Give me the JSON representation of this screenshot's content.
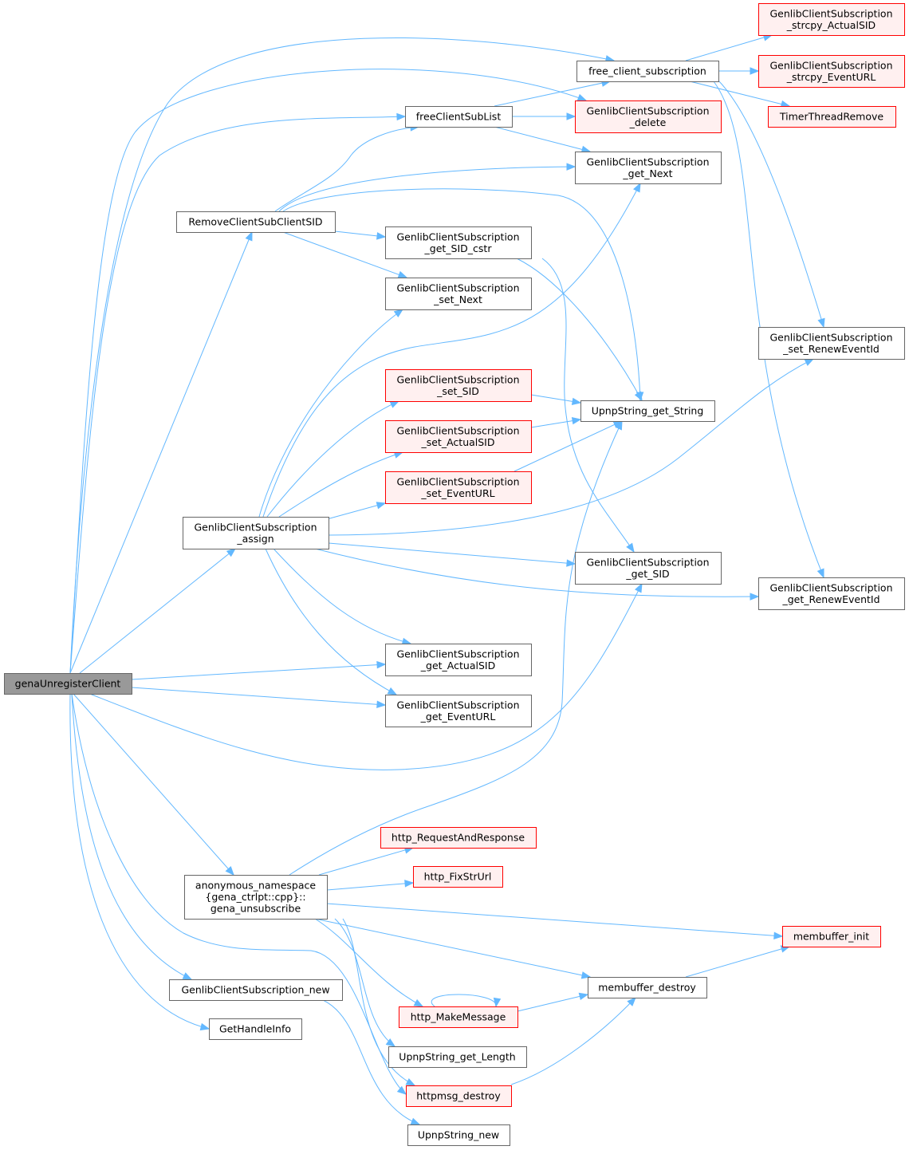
{
  "colors": {
    "edge": "#63b8ff",
    "root_fill": "#999999",
    "root_border": "#666666",
    "normal_fill": "#ffffff",
    "normal_border": "#666666",
    "red_fill": "#fff0f0",
    "red_border": "#ff0000"
  },
  "nodes": {
    "n_root": {
      "lines": [
        "genaUnregisterClient"
      ],
      "style": "root"
    },
    "n_fcs": {
      "lines": [
        "free_client_subscription"
      ],
      "style": "normal"
    },
    "n_cpy_sid": {
      "lines": [
        "GenlibClientSubscription",
        "_strcpy_ActualSID"
      ],
      "style": "red"
    },
    "n_cpy_url": {
      "lines": [
        "GenlibClientSubscription",
        "_strcpy_EventURL"
      ],
      "style": "red"
    },
    "n_timer": {
      "lines": [
        "TimerThreadRemove"
      ],
      "style": "red"
    },
    "n_fcsl": {
      "lines": [
        "freeClientSubList"
      ],
      "style": "normal"
    },
    "n_delete": {
      "lines": [
        "GenlibClientSubscription",
        "_delete"
      ],
      "style": "red"
    },
    "n_getnext": {
      "lines": [
        "GenlibClientSubscription",
        "_get_Next"
      ],
      "style": "normal"
    },
    "n_rcs": {
      "lines": [
        "RemoveClientSubClientSID"
      ],
      "style": "normal"
    },
    "n_sidcstr": {
      "lines": [
        "GenlibClientSubscription",
        "_get_SID_cstr"
      ],
      "style": "normal"
    },
    "n_setnext": {
      "lines": [
        "GenlibClientSubscription",
        "_set_Next"
      ],
      "style": "normal"
    },
    "n_setrenew": {
      "lines": [
        "GenlibClientSubscription",
        "_set_RenewEventId"
      ],
      "style": "normal"
    },
    "n_setsid": {
      "lines": [
        "GenlibClientSubscription",
        "_set_SID"
      ],
      "style": "red"
    },
    "n_upstr": {
      "lines": [
        "UpnpString_get_String"
      ],
      "style": "normal"
    },
    "n_setactual": {
      "lines": [
        "GenlibClientSubscription",
        "_set_ActualSID"
      ],
      "style": "red"
    },
    "n_seturl": {
      "lines": [
        "GenlibClientSubscription",
        "_set_EventURL"
      ],
      "style": "red"
    },
    "n_assign": {
      "lines": [
        "GenlibClientSubscription",
        "_assign"
      ],
      "style": "normal"
    },
    "n_getsid": {
      "lines": [
        "GenlibClientSubscription",
        "_get_SID"
      ],
      "style": "normal"
    },
    "n_getrenew": {
      "lines": [
        "GenlibClientSubscription",
        "_get_RenewEventId"
      ],
      "style": "normal"
    },
    "n_getactual": {
      "lines": [
        "GenlibClientSubscription",
        "_get_ActualSID"
      ],
      "style": "normal"
    },
    "n_geturl": {
      "lines": [
        "GenlibClientSubscription",
        "_get_EventURL"
      ],
      "style": "normal"
    },
    "n_httpreq": {
      "lines": [
        "http_RequestAndResponse"
      ],
      "style": "red"
    },
    "n_unsub": {
      "lines": [
        "anonymous_namespace",
        "{gena_ctrlpt::cpp}::",
        "gena_unsubscribe"
      ],
      "style": "normal"
    },
    "n_fixurl": {
      "lines": [
        "http_FixStrUrl"
      ],
      "style": "red"
    },
    "n_mbinit": {
      "lines": [
        "membuffer_init"
      ],
      "style": "red"
    },
    "n_new": {
      "lines": [
        "GenlibClientSubscription_new"
      ],
      "style": "normal"
    },
    "n_mbdestroy": {
      "lines": [
        "membuffer_destroy"
      ],
      "style": "normal"
    },
    "n_makemsg": {
      "lines": [
        "http_MakeMessage"
      ],
      "style": "red"
    },
    "n_handle": {
      "lines": [
        "GetHandleInfo"
      ],
      "style": "normal"
    },
    "n_uplen": {
      "lines": [
        "UpnpString_get_Length"
      ],
      "style": "normal"
    },
    "n_httpdestroy": {
      "lines": [
        "httpmsg_destroy"
      ],
      "style": "red"
    },
    "n_upnew": {
      "lines": [
        "UpnpString_new"
      ],
      "style": "normal"
    }
  }
}
